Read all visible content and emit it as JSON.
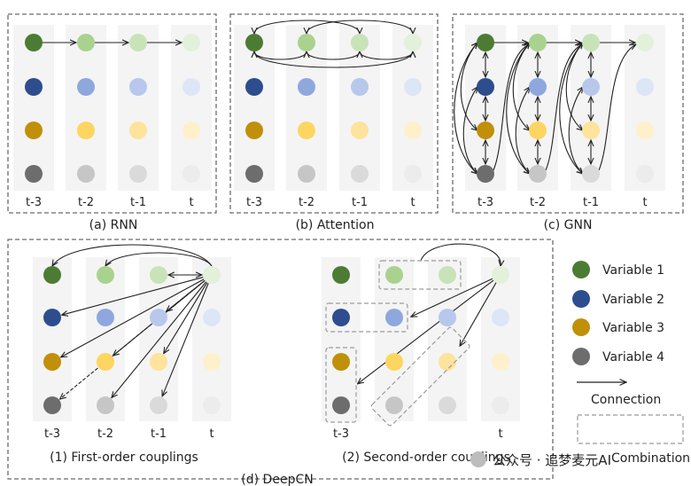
{
  "panels": {
    "rnn": {
      "caption": "(a) RNN",
      "ticks": [
        "t-3",
        "t-2",
        "t-1",
        "t"
      ]
    },
    "attention": {
      "caption": "(b) Attention",
      "ticks": [
        "t-3",
        "t-2",
        "t-1",
        "t"
      ]
    },
    "gnn": {
      "caption": "(c) GNN",
      "ticks": [
        "t-3",
        "t-2",
        "t-1",
        "t"
      ]
    },
    "deepcn": {
      "caption": "(d) DeepCN",
      "first": {
        "caption": "(1) First-order couplings",
        "ticks": [
          "t-3",
          "t-2",
          "t-1",
          "t"
        ]
      },
      "second": {
        "caption": "(2) Second-order couplings",
        "ticks": [
          "t-3",
          "t"
        ]
      }
    }
  },
  "legend": {
    "variables": [
      "Variable 1",
      "Variable 2",
      "Variable 3",
      "Variable 4"
    ],
    "connection": "Connection",
    "combination": "Combination"
  },
  "watermark": "公众号 · 追梦麦元AI",
  "colors": {
    "v1": [
      "#4c7c33",
      "#a9d28f",
      "#c9e3b8",
      "#e3f0da"
    ],
    "v2": [
      "#2e4d8f",
      "#8ea8de",
      "#b7c8ec",
      "#dde6f6"
    ],
    "v3": [
      "#c0900a",
      "#fdd561",
      "#fde39b",
      "#fff0cc"
    ],
    "v4": [
      "#6d6d6d",
      "#c6c6c6",
      "#dadada",
      "#ececec"
    ],
    "column_bg": "#f4f4f4",
    "frame": "#6b6b6b"
  }
}
